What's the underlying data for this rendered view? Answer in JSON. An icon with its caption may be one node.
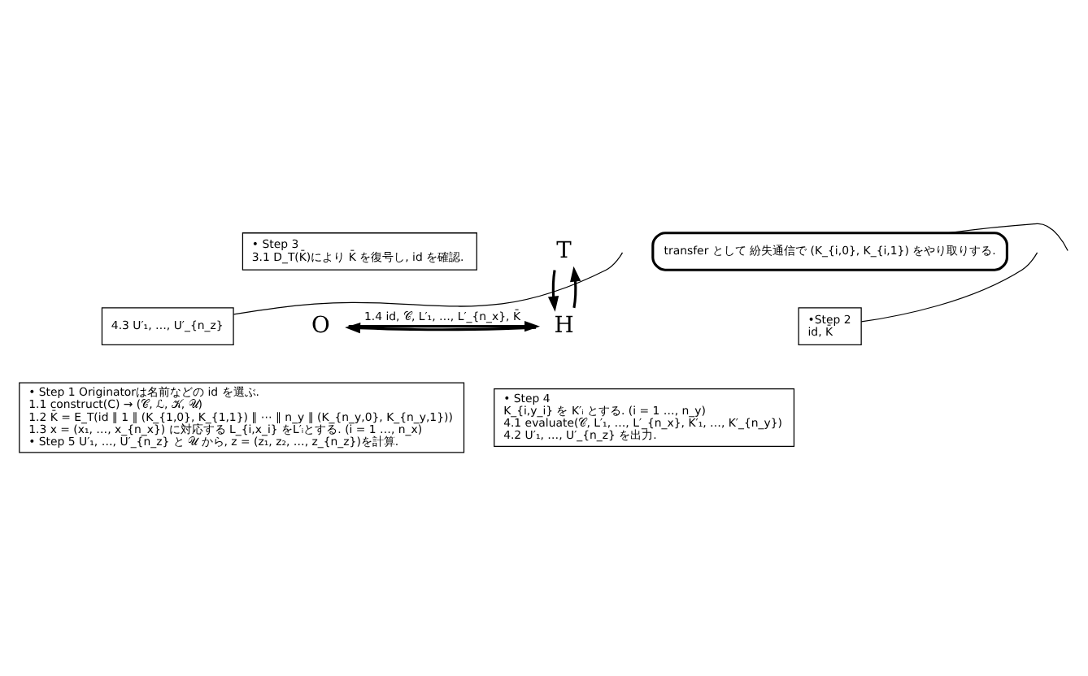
{
  "diagram": {
    "nodes": [
      {
        "text": [
          "• Step 3",
          "3.1 D_T(K̄)により K̄ を復号し, id を確認."
        ]
      },
      {
        "text": [
          "T"
        ]
      },
      {
        "text": [
          "transfer として 紛失通信で (K_{i,0}, K_{i,1}) をやり取りする."
        ]
      },
      {
        "text": [
          "•Step 2",
          "id, K̄"
        ]
      },
      {
        "text": [
          "4.3 U′₁, …, U′_{n_z}"
        ]
      },
      {
        "text": [
          "O"
        ]
      },
      {
        "text": [
          "H"
        ]
      },
      {
        "text": [
          "• Step 1 Originatorは名前などの id を選ぶ.",
          "1.1 construct(C) → (𝒞, ℒ, 𝒦, 𝒰)",
          "1.2 K̄ = E_T(id ∥ 1 ∥ (K_{1,0}, K_{1,1}) ∥ ⋯ ∥ n_y ∥ (K_{n_y,0}, K_{n_y,1}))",
          "1.3 x = (x₁, …, x_{n_x}) に対応する L_{i,x_i} をL′ᵢとする. (i = 1 …, n_x)",
          "• Step 5 U′₁, …, U′_{n_z} と 𝒰 から, z = (z₁, z₂, …, z_{n_z})を計算."
        ]
      },
      {
        "text": [
          "• Step 4",
          "K_{i,y_i} を K′ᵢ とする. (i = 1 …, n_y)",
          "4.1 evaluate(𝒞, L′₁, …, L′_{n_x}, K′₁, …, K′_{n_y})",
          "4.2 U′₁, …, U′_{n_z} を出力."
        ]
      }
    ],
    "edges": [
      {
        "from": 5,
        "to": 6,
        "arrow": "to",
        "label": "1.4 id, 𝒞, L′₁, …, L′_{n_x}, K̄"
      },
      {
        "from": 6,
        "to": 5,
        "arrow": "to"
      },
      {
        "from": 6,
        "to": 1,
        "arrow": "to"
      },
      {
        "from": 1,
        "to": 6,
        "arrow": "to"
      },
      {
        "from": 3,
        "to": null,
        "arrow": "none"
      },
      {
        "from": 4,
        "to": null,
        "arrow": "none"
      },
      {
        "from": 2,
        "to": null,
        "arrow": "none"
      }
    ]
  }
}
